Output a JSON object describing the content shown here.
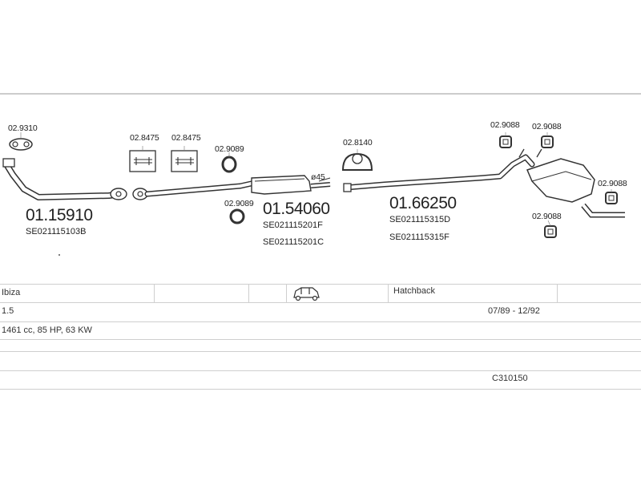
{
  "parts": {
    "gasket_front": "02.9310",
    "front_pipe": "01.15910",
    "front_pipe_ref": "SE021115103B",
    "clamp_a": "02.8475",
    "clamp_b": "02.8475",
    "ring_top": "02.9089",
    "ring_bottom": "02.9089",
    "mid_silencer": "01.54060",
    "mid_ref_1": "SE021115201F",
    "mid_ref_2": "SE021115201C",
    "diameter": "ø45",
    "mount": "02.8140",
    "rear_silencer": "01.66250",
    "rear_ref_1": "SE021115315D",
    "rear_ref_2": "SE021115315F",
    "hanger_1": "02.9088",
    "hanger_2": "02.9088",
    "hanger_3": "02.9088",
    "hanger_4": "02.9088"
  },
  "vehicle": {
    "model": "Ibiza",
    "body": "Hatchback",
    "engine": "1.5",
    "years": "07/89 - 12/92",
    "spec": "1461 cc, 85 HP, 63 KW",
    "code": "C310150"
  },
  "icons": {
    "car": "car-icon"
  }
}
